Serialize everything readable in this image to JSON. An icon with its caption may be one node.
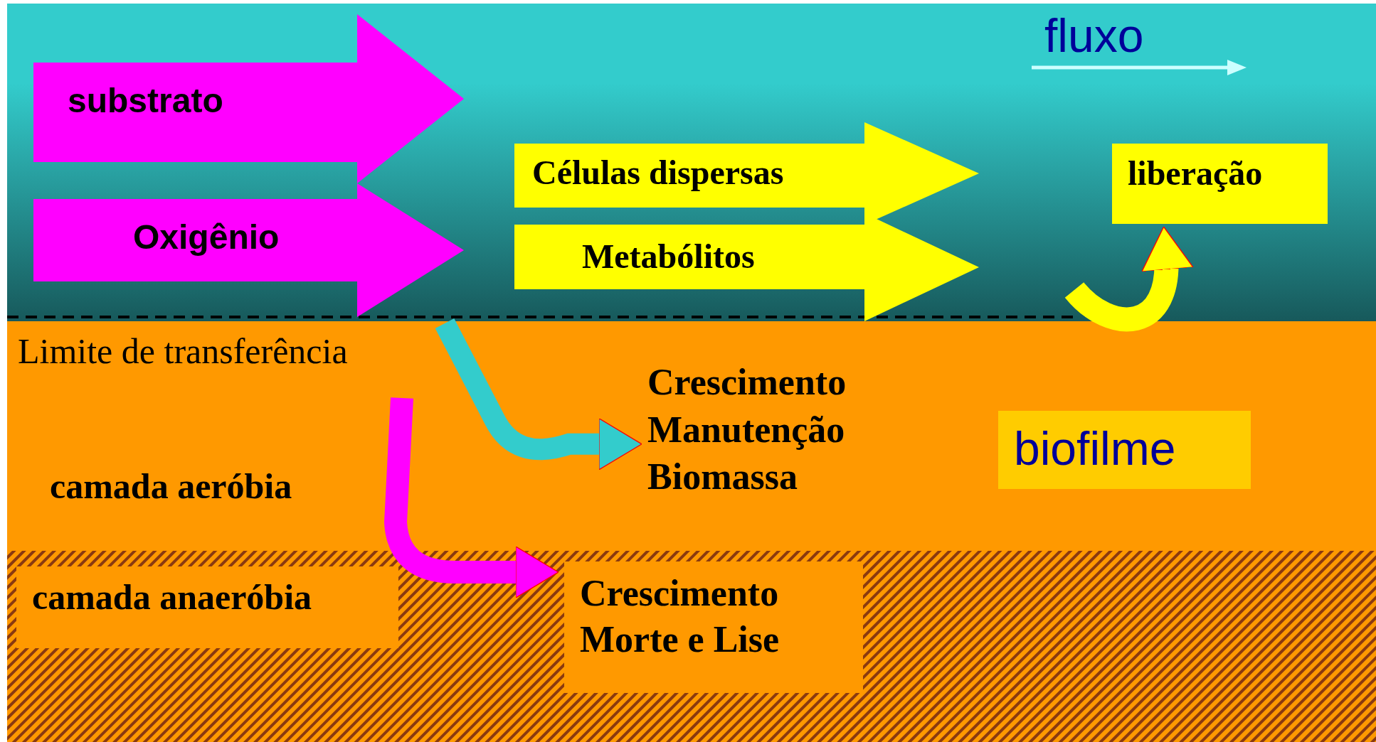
{
  "diagram": {
    "nodes": [
      {
        "text": [
          "substrato"
        ]
      },
      {
        "text": [
          "Oxigênio"
        ]
      },
      {
        "text": [
          "Células dispersas"
        ]
      },
      {
        "text": [
          "Metabólitos"
        ]
      },
      {
        "text": [
          "liberação"
        ]
      },
      {
        "text": [
          "Crescimento Manutenção Biomassa"
        ]
      },
      {
        "text": [
          "biofilme"
        ]
      },
      {
        "text": [
          "camada anaeróbia"
        ]
      },
      {
        "text": [
          "Crescimento Morte e Lise"
        ]
      }
    ],
    "edges": [
      {
        "from": null,
        "to": 5,
        "arrow": "to",
        "color": "#33cccc"
      },
      {
        "from": null,
        "to": 8,
        "arrow": "to",
        "color": "#ff00ff"
      },
      {
        "from": null,
        "to": 4,
        "arrow": "to",
        "color": "#ffff00"
      }
    ],
    "labels": [
      "fluxo",
      "Limite de transferência",
      "camada aeróbia"
    ]
  }
}
